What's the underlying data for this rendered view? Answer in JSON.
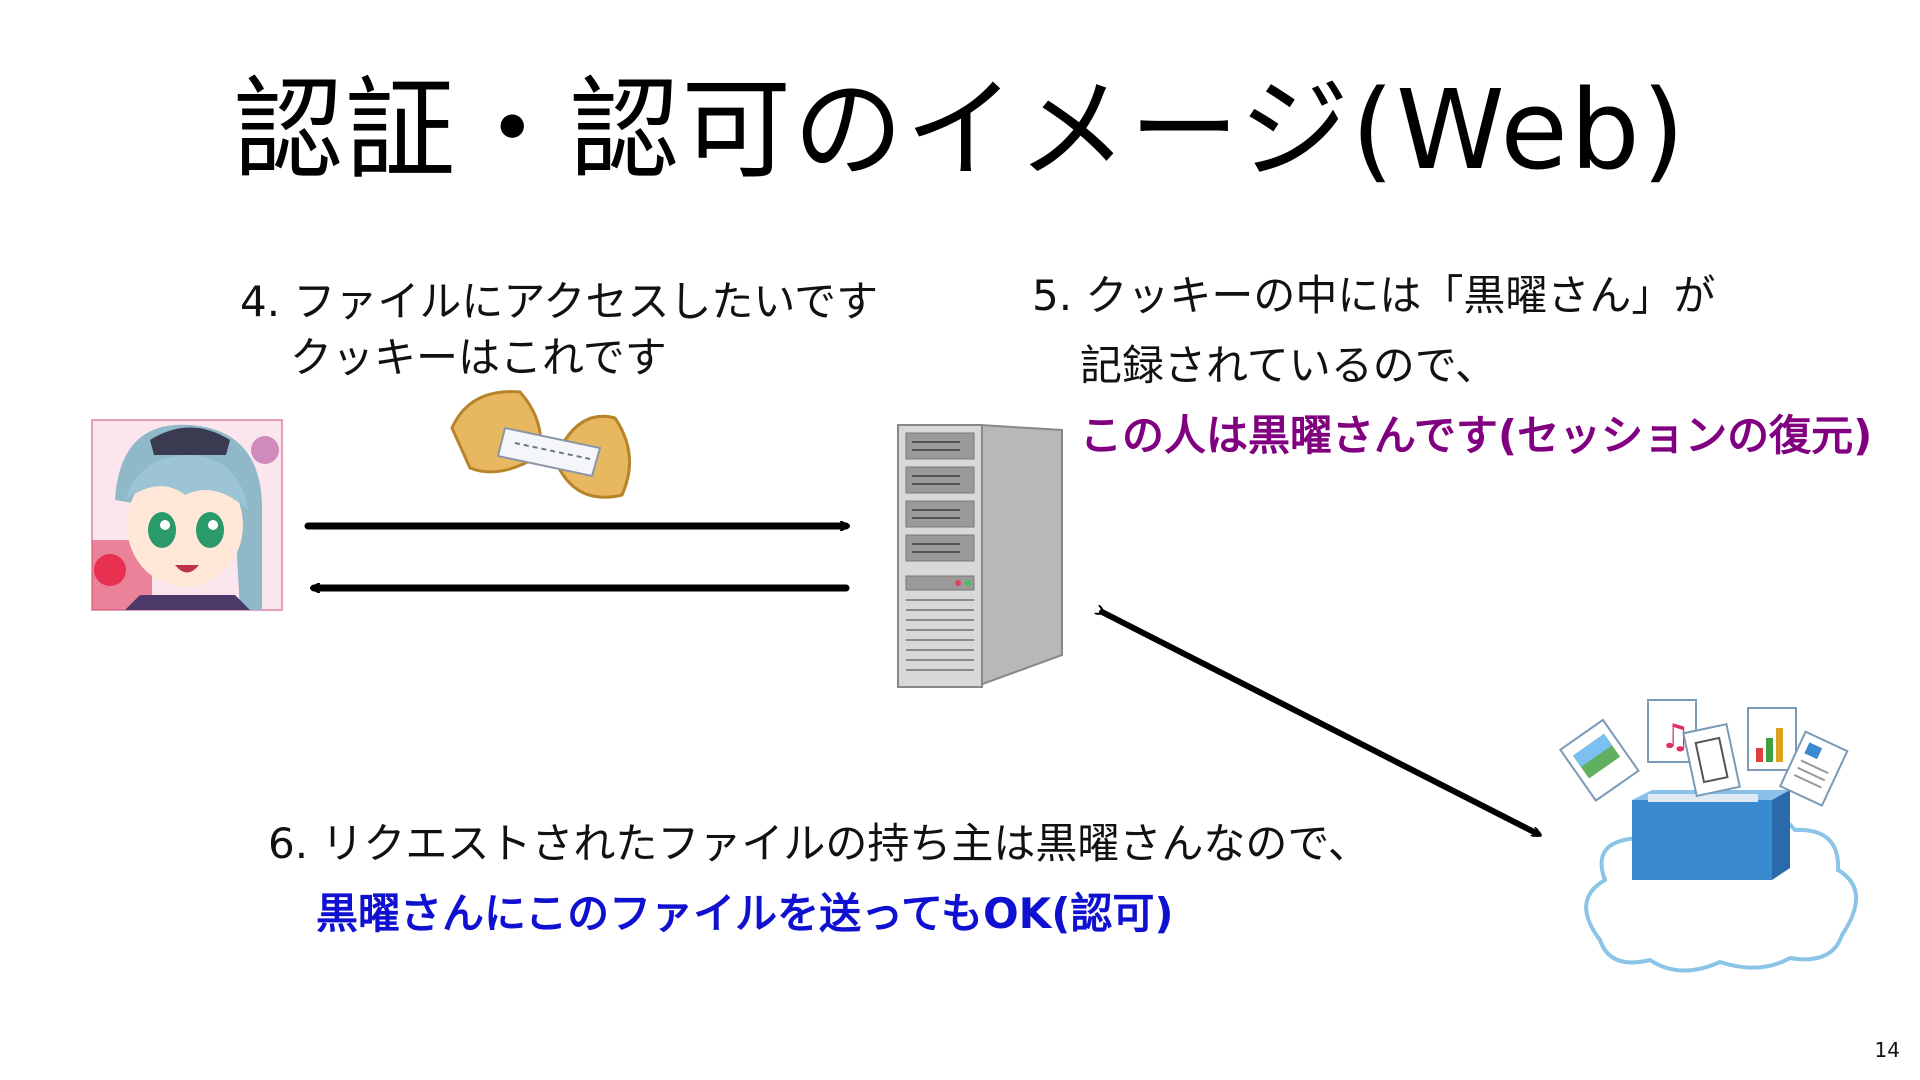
{
  "slide": {
    "title": "認証・認可のイメージ(Web)",
    "page_number": "14"
  },
  "step4": {
    "line1": "4. ファイルにアクセスしたいです",
    "line2": "クッキーはこれです"
  },
  "step5": {
    "line1": "5. クッキーの中には「黒曜さん」が",
    "line2": "記録されているので、",
    "line3_highlight": "この人は黒曜さんです(セッションの復元)"
  },
  "step6": {
    "line1": "6. リクエストされたファイルの持ち主は黒曜さんなので、",
    "line2_highlight": "黒曜さんにこのファイルを送ってもOK(認可)"
  },
  "icons": [
    "user-avatar-icon",
    "fortune-cookie-icon",
    "server-tower-icon",
    "cloud-storage-icon"
  ],
  "colors": {
    "session_text": "#800080",
    "authz_text": "#1010d0",
    "arrow": "#000000"
  }
}
